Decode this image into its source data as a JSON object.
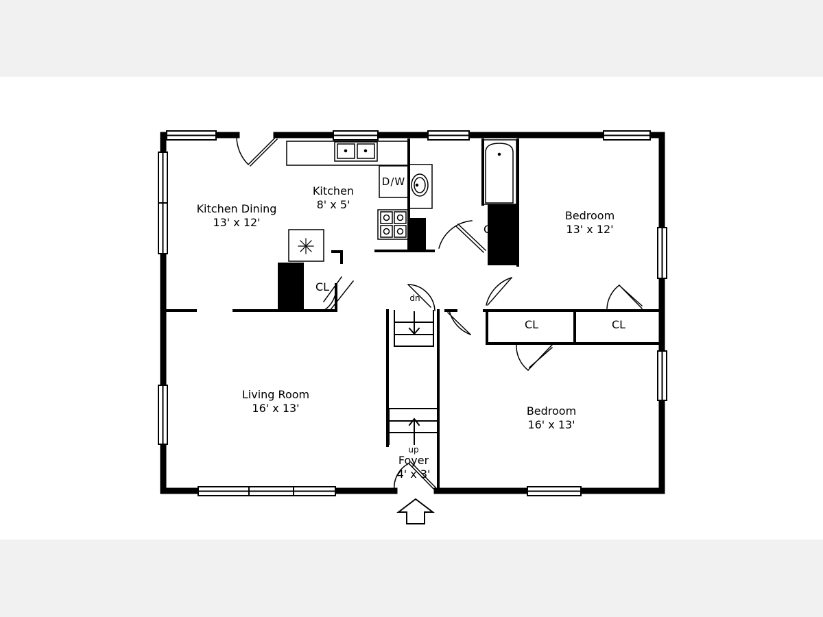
{
  "rooms": {
    "kitchen_dining": {
      "name": "Kitchen Dining",
      "dims": "13' x 12'"
    },
    "kitchen": {
      "name": "Kitchen",
      "dims": "8' x 5'"
    },
    "bedroom_1": {
      "name": "Bedroom",
      "dims": "13' x 12'"
    },
    "living_room": {
      "name": "Living Room",
      "dims": "16' x 13'"
    },
    "bedroom_2": {
      "name": "Bedroom",
      "dims": "16' x 13'"
    },
    "foyer": {
      "name": "Foyer",
      "dims": "4' x 3'"
    }
  },
  "closets": {
    "closet_label": "CL"
  },
  "appliances": {
    "dishwasher_label": "D/W"
  },
  "stairs": {
    "down_label": "dn",
    "up_label": "up"
  },
  "colors": {
    "wall": "#000000",
    "background": "#ffffff",
    "band": "#f1f1f1"
  }
}
